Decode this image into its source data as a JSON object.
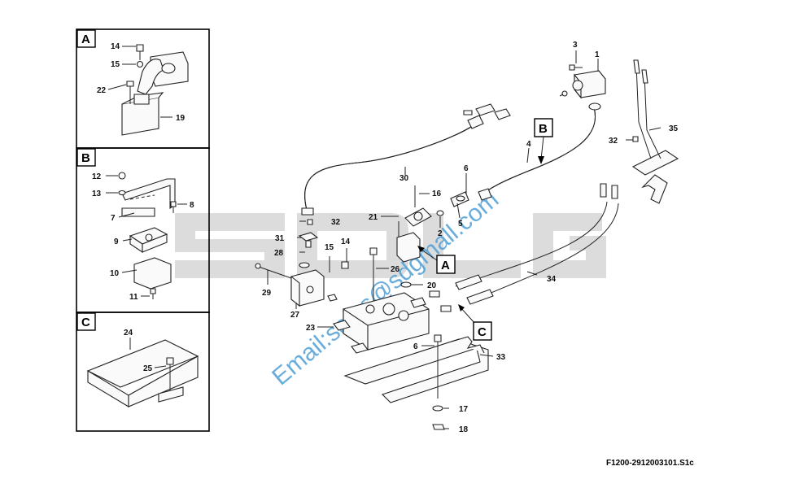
{
  "diagram": {
    "code": "F1200-2912003101.S1c",
    "watermark_email": "Email:sales@sdgmall.com",
    "watermark_brand": "SDLG",
    "panels": [
      {
        "letter": "A",
        "labels": [
          "14",
          "15",
          "22",
          "19"
        ]
      },
      {
        "letter": "B",
        "labels": [
          "12",
          "13",
          "8",
          "7",
          "9",
          "10",
          "11"
        ]
      },
      {
        "letter": "C",
        "labels": [
          "24",
          "25"
        ]
      }
    ],
    "callouts": [
      "A",
      "B",
      "C"
    ],
    "part_numbers": [
      "1",
      "2",
      "3",
      "4",
      "5",
      "6",
      "6",
      "16",
      "17",
      "18",
      "20",
      "21",
      "23",
      "26",
      "27",
      "28",
      "29",
      "30",
      "31",
      "32",
      "32",
      "33",
      "34",
      "35",
      "14",
      "15"
    ]
  }
}
